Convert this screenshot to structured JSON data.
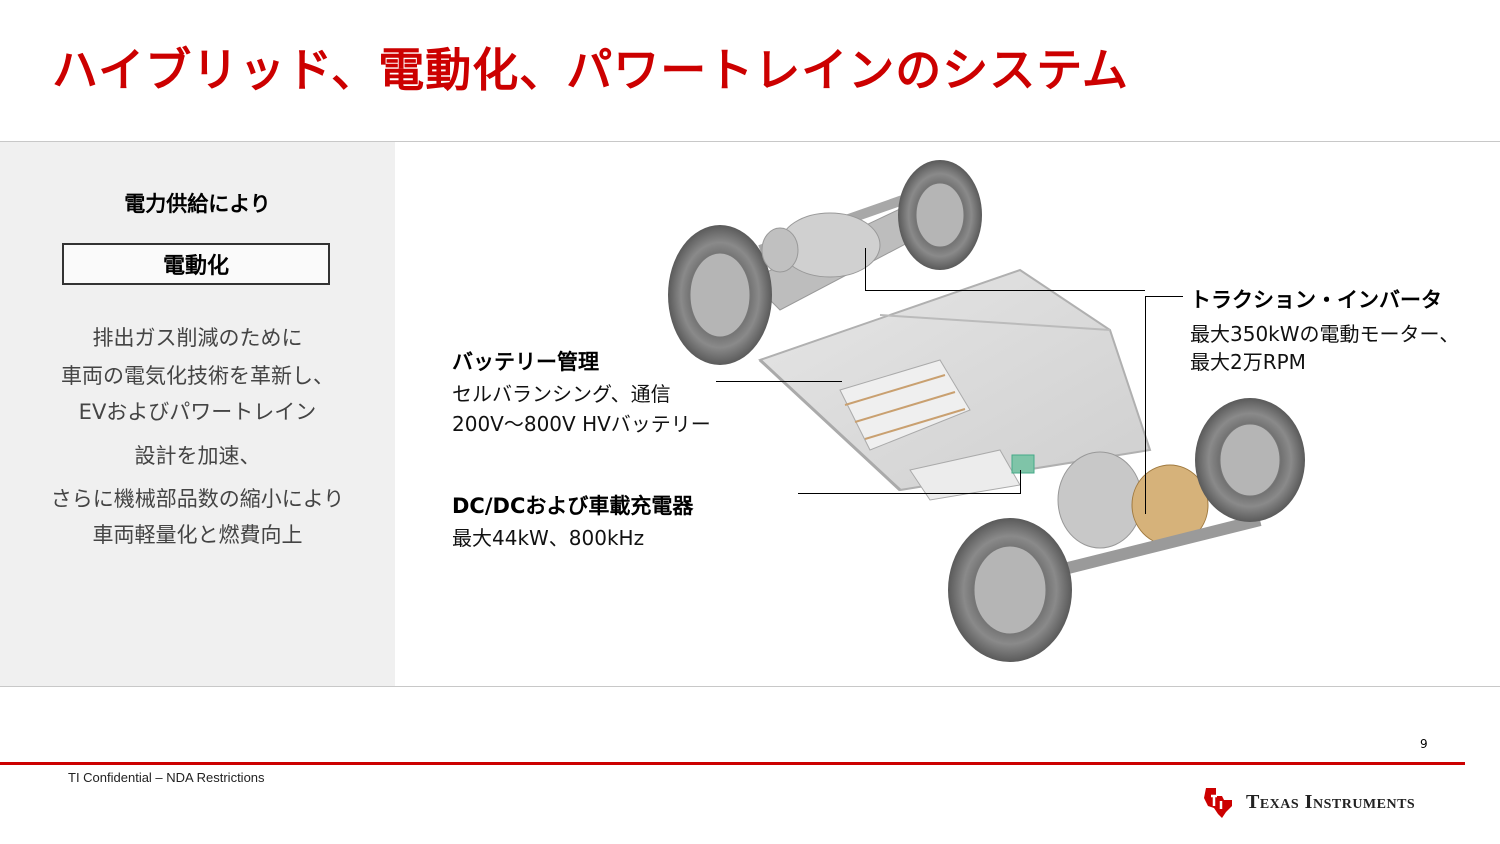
{
  "title": "ハイブリッド、電動化、パワートレインのシステム",
  "side": {
    "heading": "電力供給により",
    "box_label": "電動化",
    "lines": [
      "排出ガス削減のために",
      "車両の電気化技術を革新し、",
      "EVおよびパワートレイン",
      "設計を加速、",
      "さらに機械部品数の縮小により",
      "車両軽量化と燃費向上"
    ]
  },
  "callouts": {
    "battery": {
      "title": "バッテリー管理",
      "line1": "セルバランシング、通信",
      "line2": "200V～800V HVバッテリー"
    },
    "dcdc": {
      "title": "DC/DCおよび車載充電器",
      "line1": "最大44kW、800kHz"
    },
    "inverter": {
      "title": "トラクション・インバータ",
      "line1": "最大350kWの電動モーター、",
      "line2": "最大2万RPM"
    }
  },
  "footer": {
    "page_number": "9",
    "confidential": "TI Confidential – NDA Restrictions",
    "logo_text": "Texas Instruments"
  },
  "colors": {
    "accent": "#cc0000"
  },
  "icons": {
    "logo": "texas-state-icon"
  }
}
